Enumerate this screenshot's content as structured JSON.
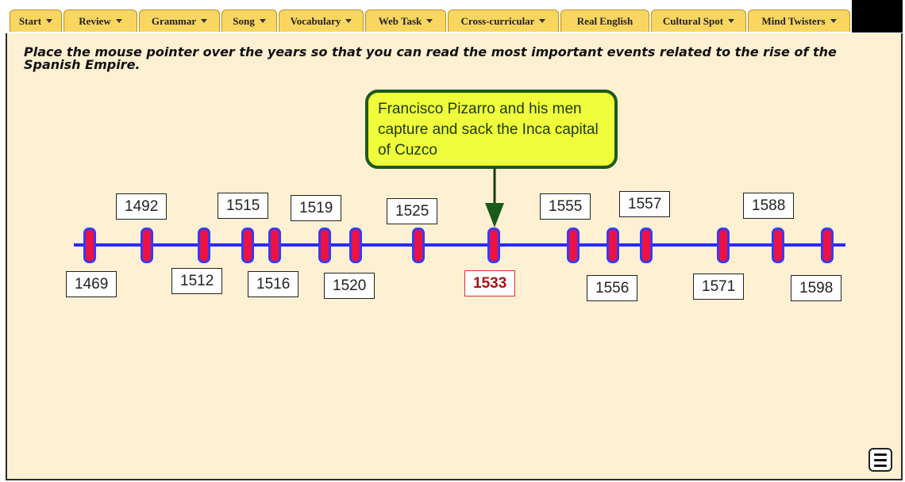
{
  "nav": {
    "tabs": [
      {
        "label": "Start",
        "dropdown": true
      },
      {
        "label": "Review",
        "dropdown": true
      },
      {
        "label": "Grammar",
        "dropdown": true
      },
      {
        "label": "Song",
        "dropdown": true
      },
      {
        "label": "Vocabulary",
        "dropdown": true
      },
      {
        "label": "Web Task",
        "dropdown": true
      },
      {
        "label": "Cross-curricular",
        "dropdown": true
      },
      {
        "label": "Real English",
        "dropdown": false
      },
      {
        "label": "Cultural Spot",
        "dropdown": true
      },
      {
        "label": "Mind Twisters",
        "dropdown": true
      }
    ]
  },
  "instructions": "Place the mouse pointer over the years so that you can read the most important events related to the rise of the Spanish Empire.",
  "timeline": {
    "years": [
      "1469",
      "1492",
      "1512",
      "1515",
      "1516",
      "1519",
      "1520",
      "1525",
      "1533",
      "1555",
      "1556",
      "1557",
      "1571",
      "1588",
      "1598"
    ],
    "active_year": "1533"
  },
  "callout": {
    "text": "Francisco Pizarro and his men capture and sack the Inca capital of Cuzco"
  },
  "colors": {
    "tab": "#f9d660",
    "page_background": "#fef0d2",
    "timeline": "#2a2aff",
    "marker": "#ee1144",
    "callout": "#f0fd3a",
    "callout_border": "#1a5a1a",
    "active_year": "#b01010"
  },
  "icons": {
    "menu_button": "hamburger-menu-icon",
    "tab_dropdown": "caret-down-icon"
  }
}
